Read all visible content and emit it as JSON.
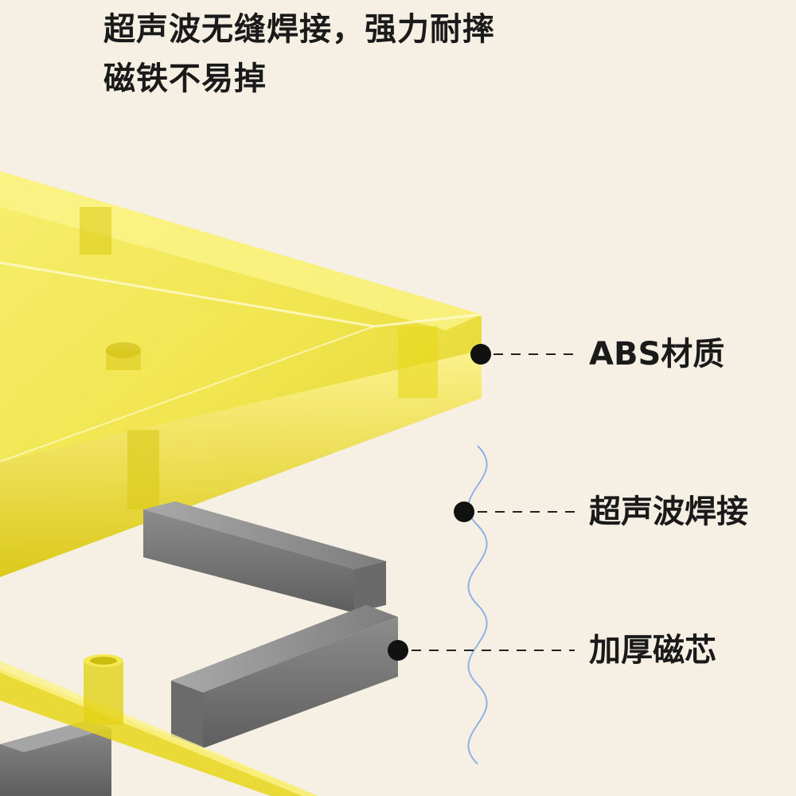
{
  "headline": {
    "line1": "超声波无缝焊接，强力耐摔",
    "line2": "磁铁不易掉"
  },
  "callouts": {
    "abs_label": "ABS材质",
    "ultrasonic_label": "超声波焊接",
    "magnet_label": "加厚磁芯"
  },
  "colors": {
    "background": "#f6efe4",
    "yellow_plastic": "#f2e41a",
    "magnet_gray": "#8a8a8a",
    "wave_blue": "#8fb1e6",
    "text": "#1a1a1a"
  }
}
